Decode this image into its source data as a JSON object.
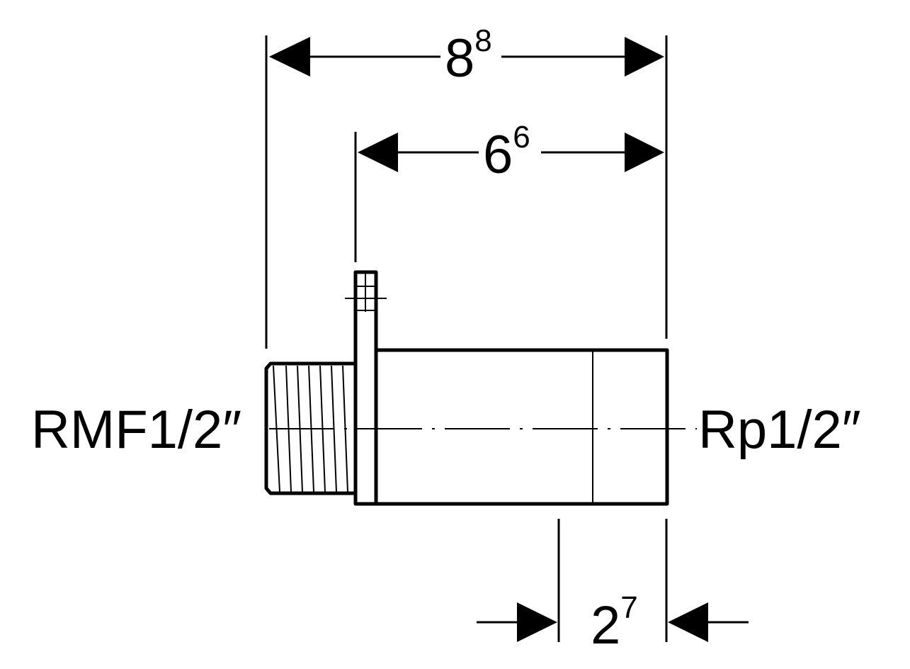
{
  "dimensions": {
    "overall_length": {
      "main": "8",
      "sup": "8"
    },
    "body_length": {
      "main": "6",
      "sup": "6"
    },
    "socket_depth": {
      "main": "2",
      "sup": "7"
    }
  },
  "labels": {
    "left_thread": "RMF1/2″",
    "right_thread": "Rp1/2″"
  },
  "colors": {
    "line": "#000000",
    "background": "#ffffff"
  }
}
